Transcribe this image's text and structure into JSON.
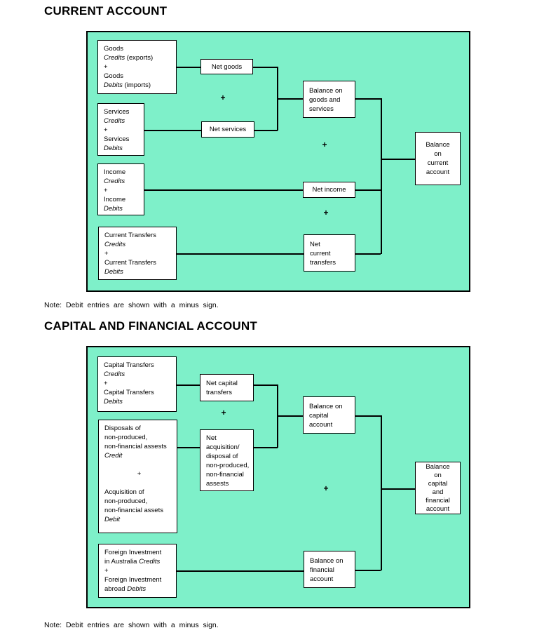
{
  "colors": {
    "panel_background": "#7EF0C9",
    "box_background": "#ffffff",
    "line_color": "#000000",
    "text_color": "#000000"
  },
  "section1": {
    "title": "CURRENT ACCOUNT",
    "note": "Note: Debit entries are shown with a minus sign.",
    "plus": "+",
    "boxes": {
      "goods": [
        {
          "segs": [
            {
              "t": "Goods"
            }
          ]
        },
        {
          "segs": [
            {
              "t": "Credits",
              "i": true
            },
            {
              "t": " (exports)"
            }
          ]
        },
        {
          "segs": [
            {
              "t": "+"
            }
          ]
        },
        {
          "segs": [
            {
              "t": "Goods"
            }
          ]
        },
        {
          "segs": [
            {
              "t": "Debits",
              "i": true
            },
            {
              "t": " (imports)"
            }
          ]
        }
      ],
      "services": [
        {
          "segs": [
            {
              "t": "Services"
            }
          ]
        },
        {
          "segs": [
            {
              "t": "Credits",
              "i": true
            }
          ]
        },
        {
          "segs": [
            {
              "t": "+"
            }
          ]
        },
        {
          "segs": [
            {
              "t": "Services"
            }
          ]
        },
        {
          "segs": [
            {
              "t": "Debits",
              "i": true
            }
          ]
        }
      ],
      "income": [
        {
          "segs": [
            {
              "t": "Income"
            }
          ]
        },
        {
          "segs": [
            {
              "t": "Credits",
              "i": true
            }
          ]
        },
        {
          "segs": [
            {
              "t": "+"
            }
          ]
        },
        {
          "segs": [
            {
              "t": "Income"
            }
          ]
        },
        {
          "segs": [
            {
              "t": "Debits",
              "i": true
            }
          ]
        }
      ],
      "current_transfers": [
        {
          "segs": [
            {
              "t": "Current Transfers"
            }
          ]
        },
        {
          "segs": [
            {
              "t": "Credits",
              "i": true
            }
          ]
        },
        {
          "segs": [
            {
              "t": "+"
            }
          ]
        },
        {
          "segs": [
            {
              "t": "Current Transfers"
            }
          ]
        },
        {
          "segs": [
            {
              "t": "Debits",
              "i": true
            }
          ]
        }
      ],
      "net_goods": [
        {
          "segs": [
            {
              "t": "Net goods"
            }
          ]
        }
      ],
      "net_services": [
        {
          "segs": [
            {
              "t": "Net services"
            }
          ]
        }
      ],
      "balance_goods_services": [
        {
          "segs": [
            {
              "t": "Balance on"
            }
          ]
        },
        {
          "segs": [
            {
              "t": "goods and"
            }
          ]
        },
        {
          "segs": [
            {
              "t": "services"
            }
          ]
        }
      ],
      "net_income": [
        {
          "segs": [
            {
              "t": "Net income"
            }
          ]
        }
      ],
      "net_current_transfers": [
        {
          "segs": [
            {
              "t": "Net"
            }
          ]
        },
        {
          "segs": [
            {
              "t": "current"
            }
          ]
        },
        {
          "segs": [
            {
              "t": "transfers"
            }
          ]
        }
      ],
      "balance_current_account": [
        {
          "segs": [
            {
              "t": "Balance"
            }
          ]
        },
        {
          "segs": [
            {
              "t": "on"
            }
          ]
        },
        {
          "segs": [
            {
              "t": "current"
            }
          ]
        },
        {
          "segs": [
            {
              "t": "account"
            }
          ]
        }
      ]
    }
  },
  "section2": {
    "title": "CAPITAL AND FINANCIAL ACCOUNT",
    "note": "Note: Debit entries are shown with a minus sign.",
    "plus": "+",
    "boxes": {
      "capital_transfers": [
        {
          "segs": [
            {
              "t": "Capital Transfers"
            }
          ]
        },
        {
          "segs": [
            {
              "t": "Credits",
              "i": true
            }
          ]
        },
        {
          "segs": [
            {
              "t": "+"
            }
          ]
        },
        {
          "segs": [
            {
              "t": "Capital Transfers"
            }
          ]
        },
        {
          "segs": [
            {
              "t": "Debits",
              "i": true
            }
          ]
        }
      ],
      "disposals_acquisition": [
        {
          "segs": [
            {
              "t": "Disposals of"
            }
          ]
        },
        {
          "segs": [
            {
              "t": "non-produced,"
            }
          ]
        },
        {
          "segs": [
            {
              "t": "non-financial assests"
            }
          ]
        },
        {
          "segs": [
            {
              "t": "Credit",
              "i": true
            }
          ]
        },
        {
          "segs": []
        },
        {
          "segs": [
            {
              "t": "+"
            }
          ],
          "align": "center"
        },
        {
          "segs": []
        },
        {
          "segs": [
            {
              "t": "Acquisition of"
            }
          ]
        },
        {
          "segs": [
            {
              "t": "non-produced,"
            }
          ]
        },
        {
          "segs": [
            {
              "t": "non-financial assets"
            }
          ]
        },
        {
          "segs": [
            {
              "t": "Debit",
              "i": true
            }
          ]
        }
      ],
      "foreign_investment": [
        {
          "segs": [
            {
              "t": "Foreign Investment"
            }
          ]
        },
        {
          "segs": [
            {
              "t": "in Australia "
            },
            {
              "t": "Credits",
              "i": true
            }
          ]
        },
        {
          "segs": [
            {
              "t": "+"
            }
          ]
        },
        {
          "segs": [
            {
              "t": "Foreign Investment"
            }
          ]
        },
        {
          "segs": [
            {
              "t": "abroad "
            },
            {
              "t": "Debits",
              "i": true
            }
          ]
        }
      ],
      "net_capital_transfers": [
        {
          "segs": [
            {
              "t": "Net capital"
            }
          ]
        },
        {
          "segs": [
            {
              "t": "transfers"
            }
          ]
        }
      ],
      "net_acquisition_disposal": [
        {
          "segs": [
            {
              "t": "Net"
            }
          ]
        },
        {
          "segs": [
            {
              "t": "acquisition/"
            }
          ]
        },
        {
          "segs": [
            {
              "t": "disposal of"
            }
          ]
        },
        {
          "segs": [
            {
              "t": "non-produced,"
            }
          ]
        },
        {
          "segs": [
            {
              "t": "non-financial"
            }
          ]
        },
        {
          "segs": [
            {
              "t": "assests"
            }
          ]
        }
      ],
      "balance_capital_account": [
        {
          "segs": [
            {
              "t": "Balance on"
            }
          ]
        },
        {
          "segs": [
            {
              "t": "capital"
            }
          ]
        },
        {
          "segs": [
            {
              "t": "account"
            }
          ]
        }
      ],
      "balance_financial_account": [
        {
          "segs": [
            {
              "t": "Balance on"
            }
          ]
        },
        {
          "segs": [
            {
              "t": "financial"
            }
          ]
        },
        {
          "segs": [
            {
              "t": "account"
            }
          ]
        }
      ],
      "balance_capital_financial": [
        {
          "segs": [
            {
              "t": "Balance"
            }
          ]
        },
        {
          "segs": [
            {
              "t": "on"
            }
          ]
        },
        {
          "segs": [
            {
              "t": "capital"
            }
          ]
        },
        {
          "segs": [
            {
              "t": "and"
            }
          ]
        },
        {
          "segs": [
            {
              "t": "financial"
            }
          ]
        },
        {
          "segs": [
            {
              "t": "account"
            }
          ]
        }
      ]
    }
  }
}
